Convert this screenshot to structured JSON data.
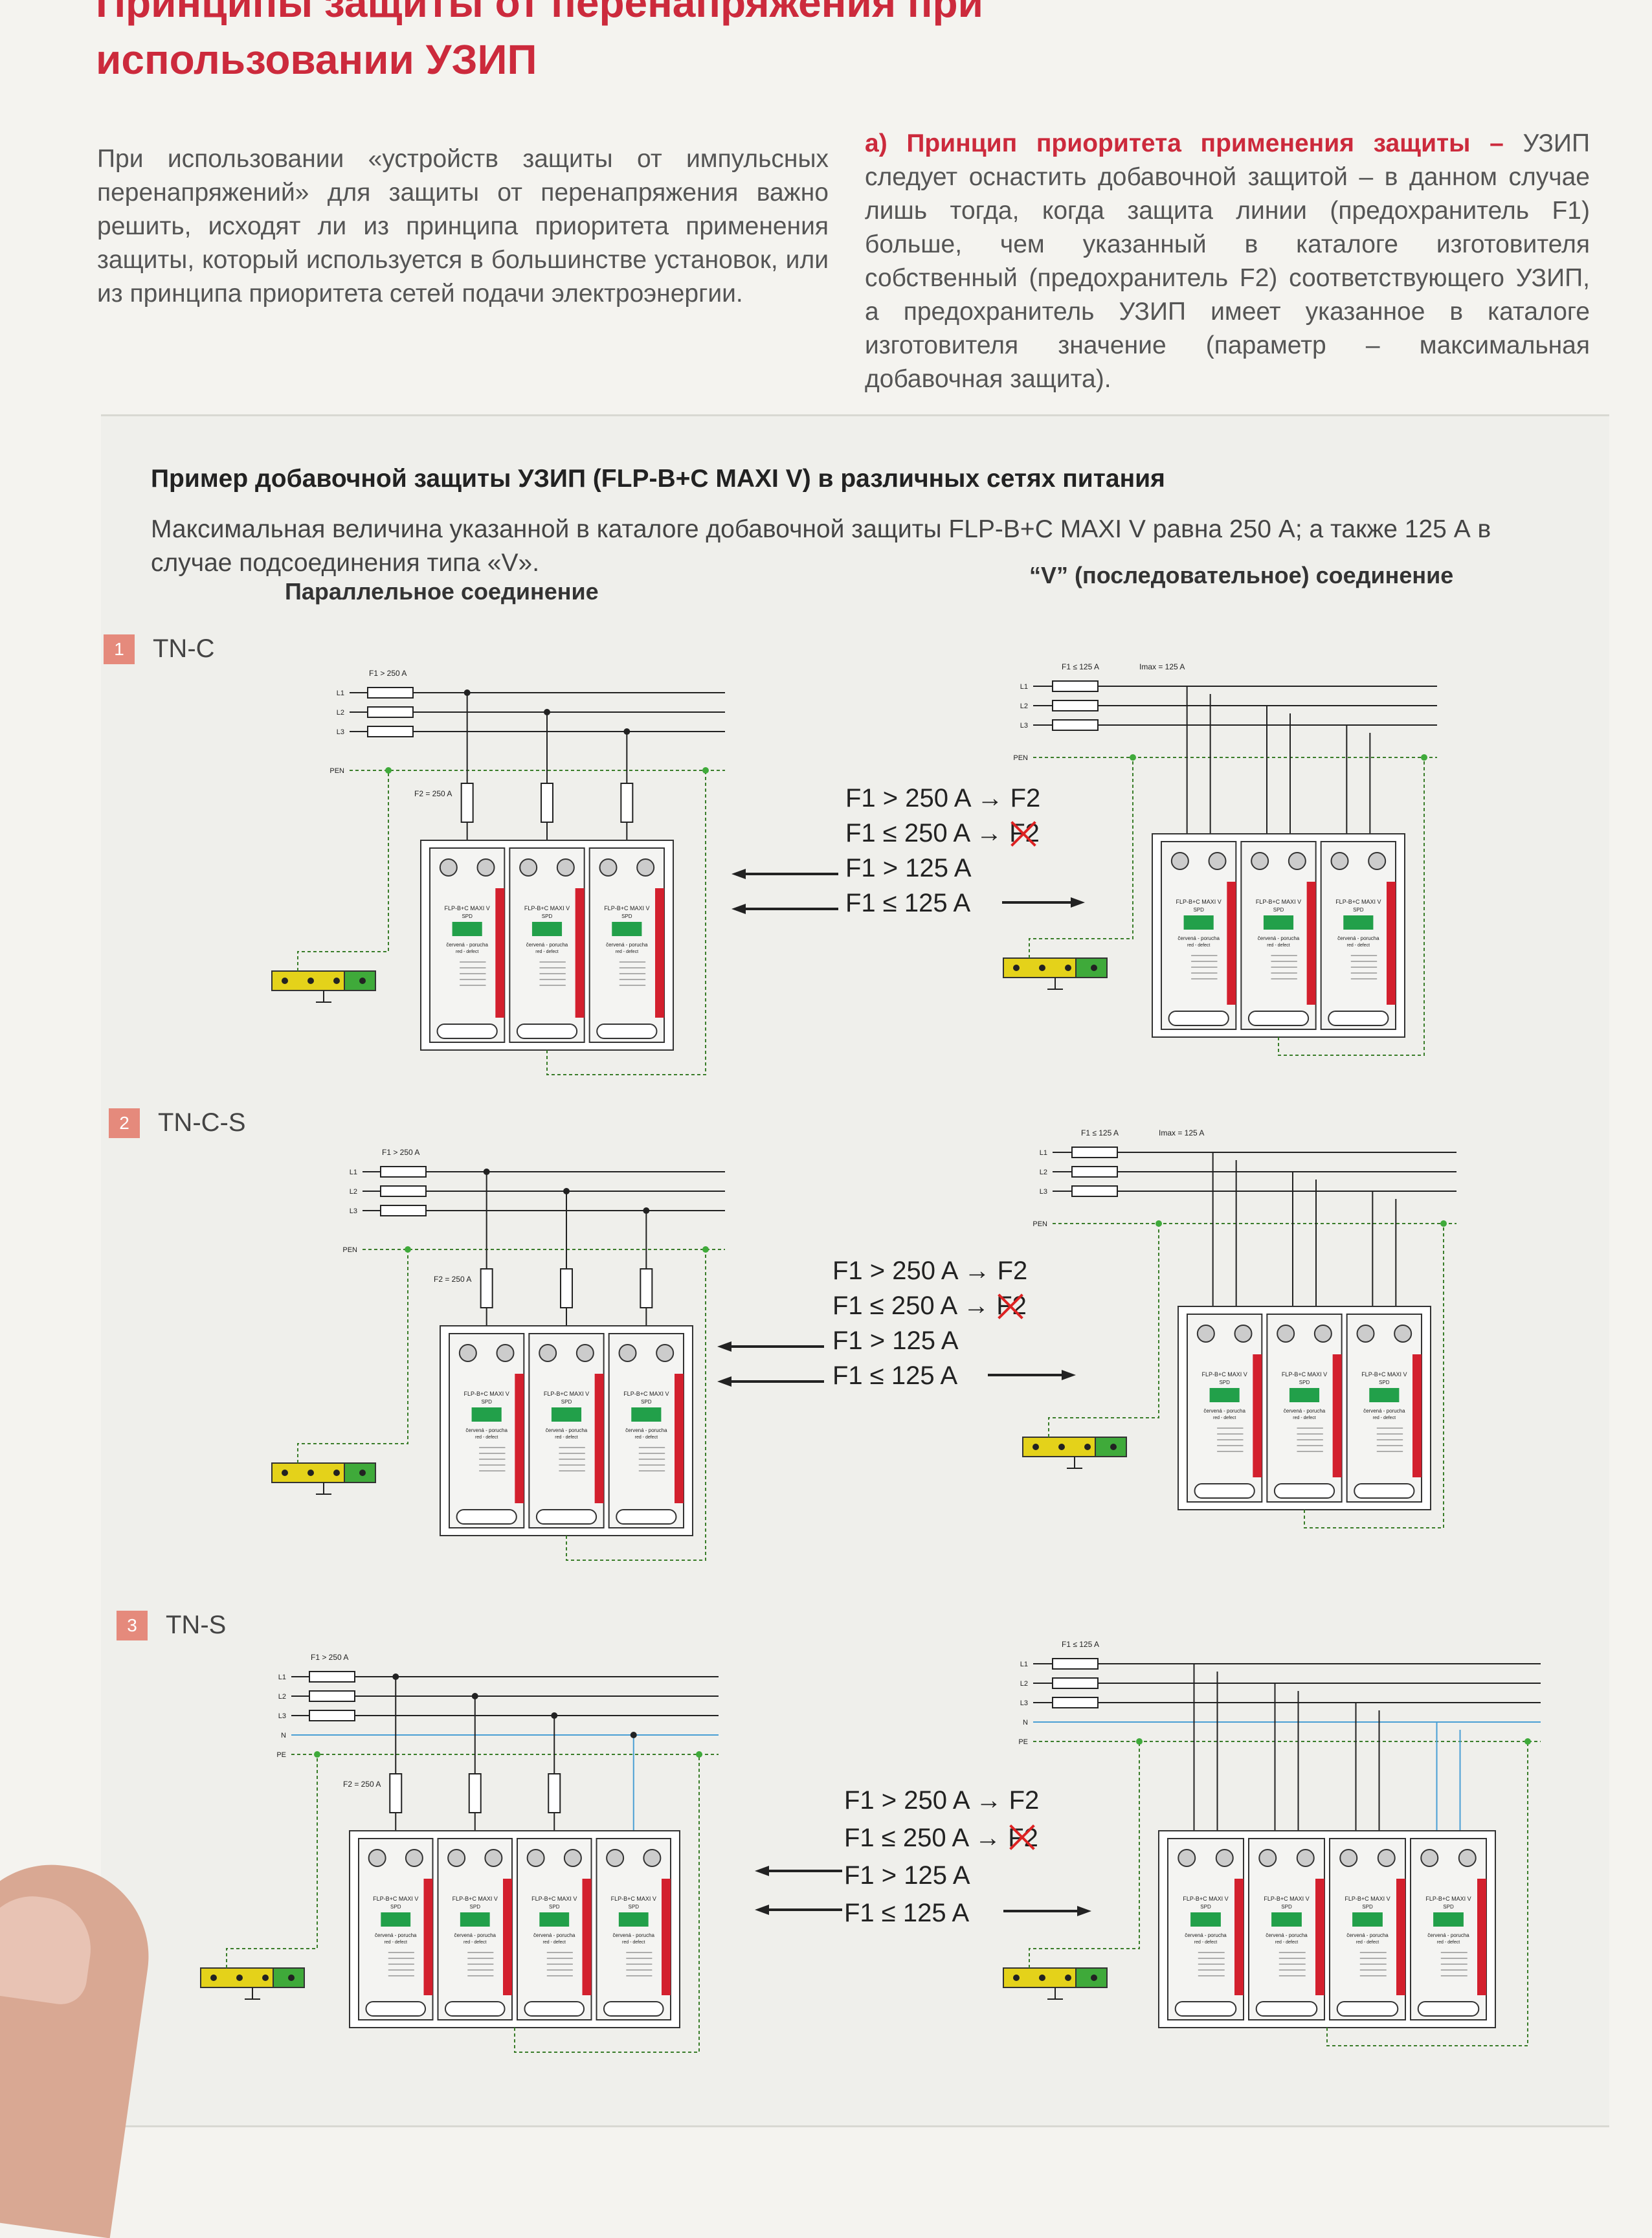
{
  "page": {
    "title_line1": "Принципы защиты от перенапряжения при",
    "title_line2": "использовании УЗИП",
    "intro_left": "При использовании «устройств защиты от импульсных перенапряжений» для защиты от перенапряжения важно решить, исходят ли из принципа приоритета применения защиты, который используется в большинстве установок, или из принципа приоритета сетей подачи электроэнергии.",
    "intro_right_lead": "а) Принцип приоритета применения защиты –",
    "intro_right_body": " УЗИП следует оснастить добавочной защитой – в данном случае лишь тогда, когда защита линии (предохранитель F1) больше, чем указанный в каталоге изготовителя собственный (предохранитель F2) соответствующего УЗИП, а предохранитель УЗИП имеет указанное в каталоге изготовителя значение (параметр – максимальная добавочная защита).",
    "example_title": "Пример добавочной защиты УЗИП (FLP-B+C MAXI V) в различных сетях питания",
    "example_desc": "Максимальная величина указанной в каталоге добавочной защиты FLP-B+C MAXI V равна 250 А; а также 125 А в случае подсоединения типа «V».",
    "col_left": "Параллельное соединение",
    "col_right": "“V” (последовательное) соединение"
  },
  "sections": [
    {
      "num": "1",
      "name": "TN-C"
    },
    {
      "num": "2",
      "name": "TN-C-S"
    },
    {
      "num": "3",
      "name": "TN-S"
    }
  ],
  "rules": {
    "r1": "F1 > 250 A → F2",
    "r2_prefix": "F1 ≤ 250 A → ",
    "r2_crossed": "F2",
    "r3": "F1 > 125 A",
    "r4": "F1 ≤ 125 A"
  },
  "diagram_labels": {
    "l1": "L1",
    "l2": "L2",
    "l3": "L3",
    "pen": "PEN",
    "n": "N",
    "pe": "PE",
    "f1_par": "F1 > 250 A",
    "f2_par": "F2 = 250 A",
    "f1_v": "F1 ≤ 125 A",
    "imax_v": "Imax = 125 A",
    "module_name": "FLP-B+C MAXI V",
    "module_sub": "SPD",
    "module_status": "červená - porucha",
    "module_status2": "red - defect"
  },
  "colors": {
    "accent": "#cc2a3c",
    "module_red": "#d3202e",
    "led_green": "#22a04a",
    "terminal_yellow": "#e4d21a",
    "terminal_green": "#3faa3a",
    "neutral_blue": "#4a9fd4"
  }
}
